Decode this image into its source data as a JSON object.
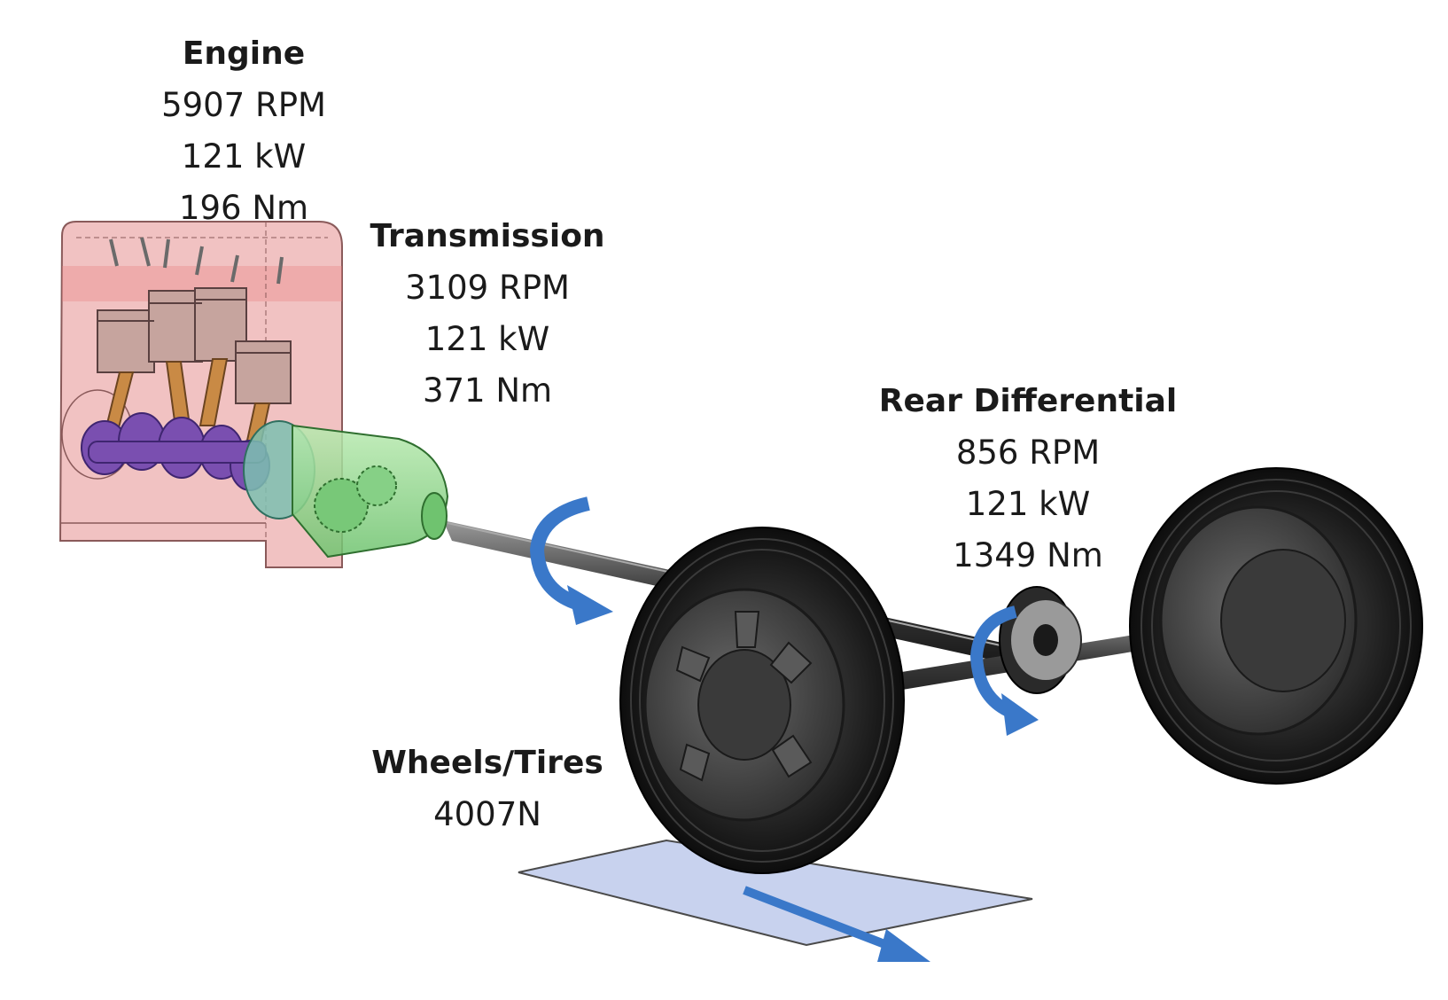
{
  "engine": {
    "title": "Engine",
    "rpm": "5907 RPM",
    "power": "121 kW",
    "torque": "196 Nm"
  },
  "transmission": {
    "title": "Transmission",
    "rpm": "3109 RPM",
    "power": "121 kW",
    "torque": "371 Nm"
  },
  "rear_differential": {
    "title": "Rear Differential",
    "rpm": "856 RPM",
    "power": "121 kW",
    "torque": "1349 Nm"
  },
  "wheels_tires": {
    "title": "Wheels/Tires",
    "force": "4007N"
  },
  "colors": {
    "engine_block": "#e89a9a",
    "transmission": "#8fd88f",
    "crankshaft": "#7a4fb0",
    "connecting_rods": "#c98a45",
    "tire": "#1c1c1c",
    "rim": "#4a4a4a",
    "arrow": "#3a78c9",
    "ground_patch": "#c8d2ee"
  }
}
